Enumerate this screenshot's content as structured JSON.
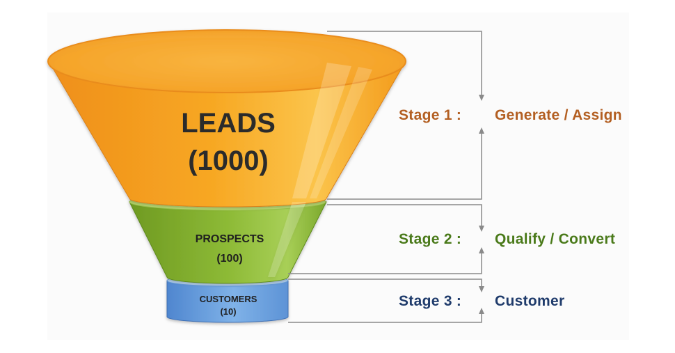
{
  "funnel": {
    "stages": [
      {
        "id": "leads",
        "name": "LEADS",
        "count": "(1000)",
        "stage_label": "Stage 1 :",
        "action": "Generate / Assign",
        "color": "#f39a1b",
        "text_color": "#b35f22"
      },
      {
        "id": "prospects",
        "name": "PROSPECTS",
        "count": "(100)",
        "stage_label": "Stage 2 :",
        "action": "Qualify / Convert",
        "color": "#79a52b",
        "text_color": "#4a7a1a"
      },
      {
        "id": "customers",
        "name": "CUSTOMERS",
        "count": "(10)",
        "stage_label": "Stage 3 :",
        "action": "Customer",
        "color": "#6ea1dc",
        "text_color": "#1f3b6b"
      }
    ]
  }
}
